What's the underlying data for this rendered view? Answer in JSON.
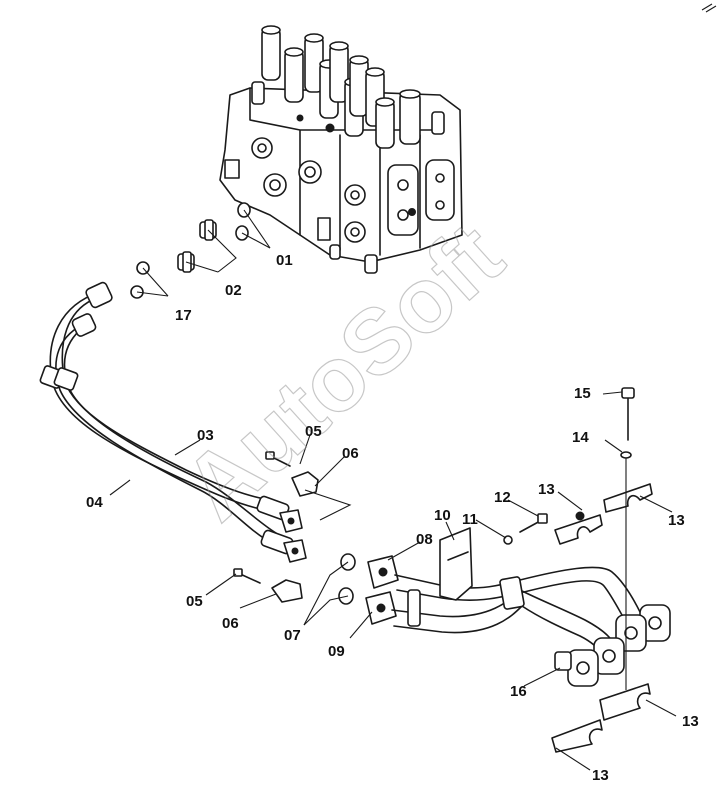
{
  "watermark": "AutoSoft",
  "callouts": {
    "c01": "01",
    "c02": "02",
    "c03": "03",
    "c04": "04",
    "c05a": "05",
    "c05b": "05",
    "c06a": "06",
    "c06b": "06",
    "c07": "07",
    "c08": "08",
    "c09": "09",
    "c10": "10",
    "c11": "11",
    "c12": "12",
    "c13a": "13",
    "c13b": "13",
    "c13c": "13",
    "c13d": "13",
    "c14": "14",
    "c15": "15",
    "c16": "16",
    "c17": "17"
  },
  "colors": {
    "line": "#1a1a1a",
    "watermark": "#9a9a9a",
    "background": "#ffffff"
  }
}
